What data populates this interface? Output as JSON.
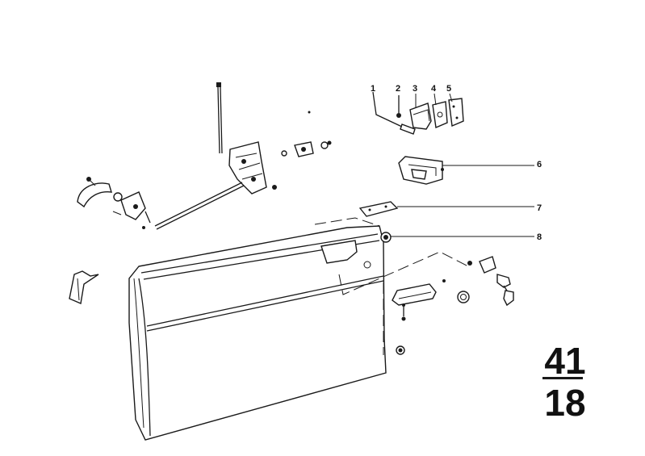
{
  "callouts": [
    {
      "number": "1"
    },
    {
      "number": "2"
    },
    {
      "number": "3"
    },
    {
      "number": "4"
    },
    {
      "number": "5"
    },
    {
      "number": "6"
    },
    {
      "number": "7"
    },
    {
      "number": "8"
    }
  ],
  "page_number": {
    "top": "41",
    "bottom": "18"
  }
}
